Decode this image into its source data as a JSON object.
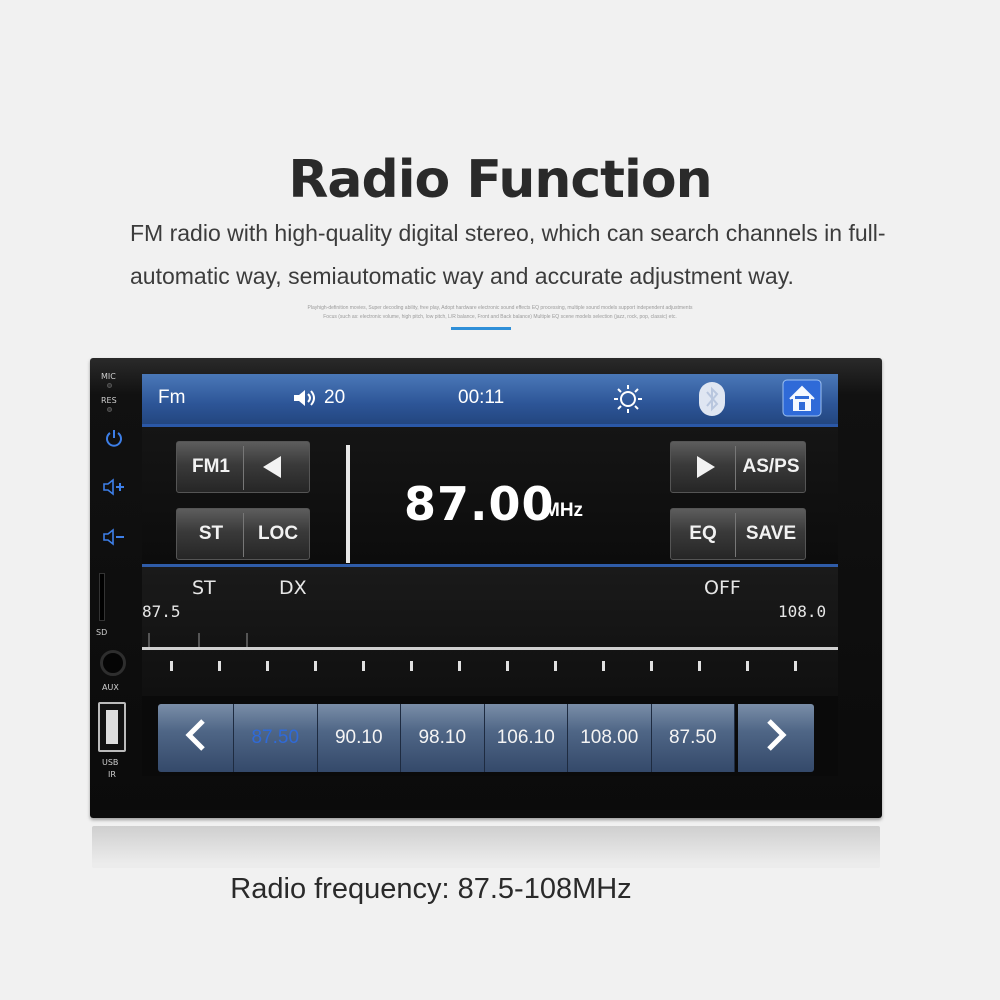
{
  "header": {
    "title": "Radio Function",
    "description": "FM radio with high-quality digital stereo, which can search channels in full-automatic way, semiautomatic way and accurate adjustment way.",
    "fine_print_1": "Playhigh-definition movies,  Super decoding ability, free play,  Adopt hardware electronic sound effects EQ processing, multiple sound models support independent adjustments",
    "fine_print_2": "Focus (such as: electronic volume, high pitch, low pitch, L/R balance, Front and Back balance) Multiple EQ scene models selection (jazz, rock, pop, classic) etc."
  },
  "device": {
    "side_labels": {
      "mic": "MIC",
      "res": "RES",
      "sd": "SD",
      "aux": "AUX",
      "usb": "USB",
      "ir": "IR"
    },
    "side_icons": {
      "power": "power-icon",
      "vol_up": "volume-up-icon",
      "vol_down": "volume-down-icon"
    }
  },
  "status_bar": {
    "source": "Fm",
    "volume": "20",
    "time": "00:11",
    "icons": [
      "speaker-icon",
      "brightness-icon",
      "bluetooth-icon",
      "home-icon"
    ]
  },
  "controls": {
    "band": "FM1",
    "st": "ST",
    "loc": "LOC",
    "as_ps": "AS/PS",
    "eq": "EQ",
    "save": "SAVE"
  },
  "display": {
    "frequency": "87.00",
    "unit": "MHz"
  },
  "tuner": {
    "st": "ST",
    "dx": "DX",
    "off": "OFF",
    "scale_min": "87.5",
    "scale_max": "108.0"
  },
  "presets": [
    {
      "label": "87.50",
      "active": true
    },
    {
      "label": "90.10",
      "active": false
    },
    {
      "label": "98.10",
      "active": false
    },
    {
      "label": "106.10",
      "active": false
    },
    {
      "label": "108.00",
      "active": false
    },
    {
      "label": "87.50",
      "active": false
    }
  ],
  "caption": "Radio frequency: 87.5-108MHz",
  "colors": {
    "accent": "#2f8fd8",
    "status_bar": "#2d5597",
    "active_preset": "#2f6ad8"
  }
}
